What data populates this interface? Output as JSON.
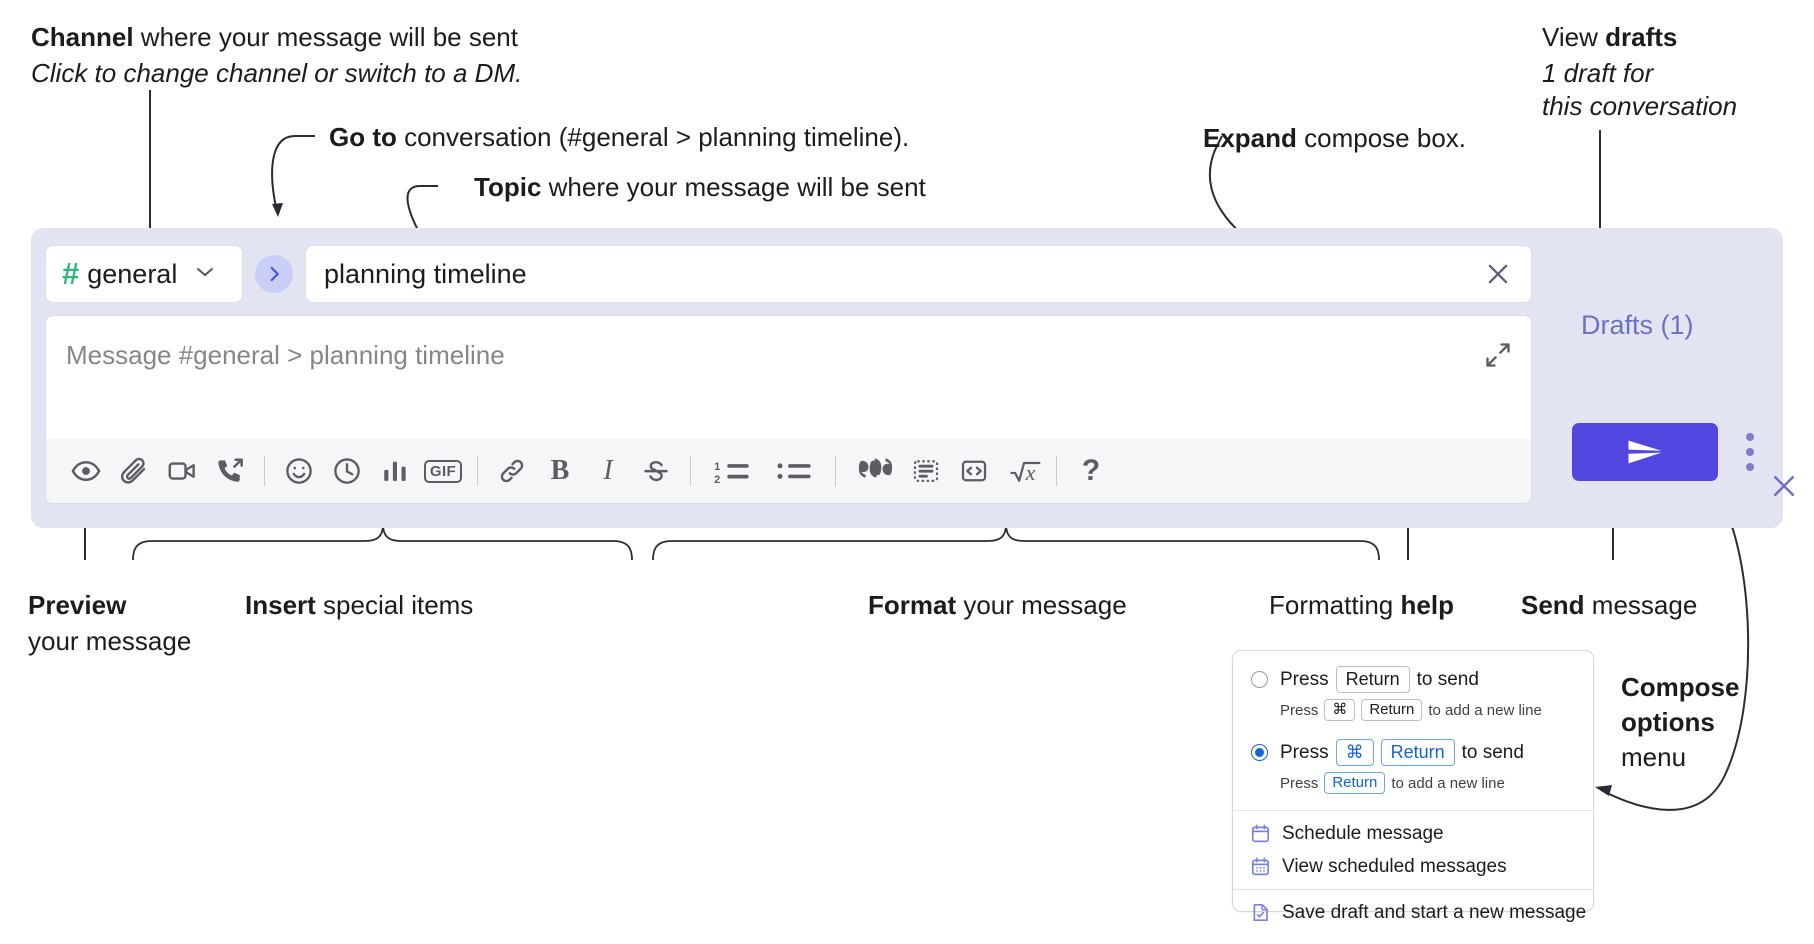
{
  "annotations": {
    "channel": {
      "bold": "Channel",
      "rest": " where your message will be sent",
      "sub": "Click to change channel or switch to a DM."
    },
    "goto": {
      "bold": "Go to",
      "rest": " conversation (#general > planning timeline)."
    },
    "topic": {
      "bold": "Topic",
      "rest": " where your message will be sent"
    },
    "expand": {
      "bold": "Expand",
      "rest": " compose box."
    },
    "drafts": {
      "lead": "View ",
      "bold": "drafts",
      "sub1": "1 draft for",
      "sub2": "this conversation"
    },
    "preview": {
      "bold": "Preview",
      "sub": "your message"
    },
    "insert": {
      "bold": "Insert",
      "rest": " special items"
    },
    "format": {
      "bold": "Format",
      "rest": " your message"
    },
    "help": {
      "lead": "Formatting ",
      "bold": "help"
    },
    "send": {
      "bold": "Send",
      "rest": " message"
    },
    "composeOptions": {
      "bold1": "Compose",
      "bold2": "options",
      "rest": "menu"
    }
  },
  "compose": {
    "channel_label": "general",
    "channel_hash": "#",
    "chevron": "chevron-down",
    "topic_value": "planning timeline",
    "message_placeholder": "Message #general > planning timeline",
    "drafts_label": "Drafts (1)",
    "toolbar": [
      {
        "name": "preview-icon",
        "label": "Preview"
      },
      {
        "name": "attachment-icon",
        "label": "Attach file"
      },
      {
        "name": "video-clip-icon",
        "label": "Record video clip"
      },
      {
        "name": "audio-clip-icon",
        "label": "Record audio clip"
      },
      {
        "name": "separator",
        "label": ""
      },
      {
        "name": "emoji-icon",
        "label": "Emoji"
      },
      {
        "name": "clock-icon",
        "label": "Reminder"
      },
      {
        "name": "poll-icon",
        "label": "Poll"
      },
      {
        "name": "gif-icon",
        "label": "GIF"
      },
      {
        "name": "separator",
        "label": ""
      },
      {
        "name": "link-icon",
        "label": "Link"
      },
      {
        "name": "bold-icon",
        "label": "B"
      },
      {
        "name": "italic-icon",
        "label": "I"
      },
      {
        "name": "strikethrough-icon",
        "label": "S"
      },
      {
        "name": "separator",
        "label": ""
      },
      {
        "name": "ordered-list-icon",
        "label": "Ordered list"
      },
      {
        "name": "bulleted-list-icon",
        "label": "Bulleted list"
      },
      {
        "name": "separator",
        "label": ""
      },
      {
        "name": "blockquote-icon",
        "label": "Blockquote"
      },
      {
        "name": "code-block-icon",
        "label": "Code block"
      },
      {
        "name": "code-icon",
        "label": "Code"
      },
      {
        "name": "latex-icon",
        "label": "Math"
      },
      {
        "name": "separator",
        "label": ""
      },
      {
        "name": "help-icon",
        "label": "?"
      }
    ]
  },
  "popup": {
    "option1": {
      "title_pre": "Press",
      "title_key": "Return",
      "title_post": "to send",
      "sub_pre": "Press",
      "sub_key1": "⌘",
      "sub_key2": "Return",
      "sub_post": "to add a new line",
      "selected": false
    },
    "option2": {
      "title_pre": "Press",
      "title_key1": "⌘",
      "title_key2": "Return",
      "title_post": "to send",
      "sub_pre": "Press",
      "sub_key": "Return",
      "sub_post": "to add a new line",
      "selected": true
    },
    "items": [
      {
        "icon": "calendar-icon",
        "label": "Schedule message"
      },
      {
        "icon": "calendar-grid-icon",
        "label": "View scheduled messages"
      },
      {
        "icon": "save-draft-icon",
        "label": "Save draft and start a new message"
      }
    ]
  },
  "colors": {
    "panel_bg": "#e3e4f1",
    "send_button": "#5147e0",
    "hash_green": "#2eb67d",
    "drafts_purple": "#6c71c4",
    "radio_blue": "#1264d4",
    "menu_icon_purple": "#7b7fe0"
  }
}
